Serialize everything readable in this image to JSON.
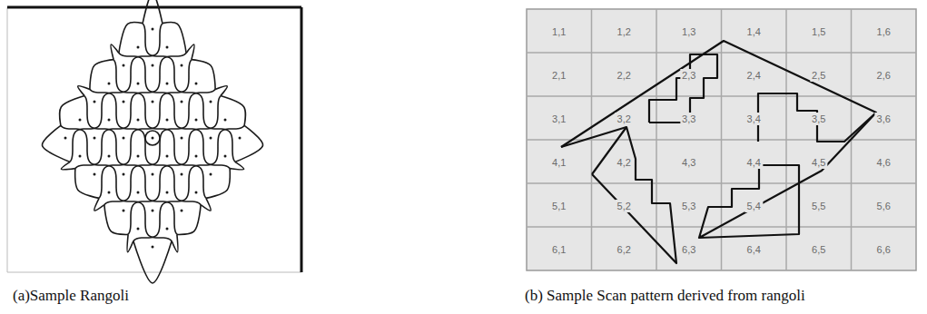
{
  "diagram": {
    "labels": [
      "1,1",
      "1,2",
      "1,3",
      "1,4",
      "1,5",
      "1,6",
      "2,1",
      "2,2",
      "2,3",
      "2,4",
      "2,5",
      "2,6",
      "3,1",
      "3,2",
      "3,3",
      "3,4",
      "3,5",
      "3,6",
      "4,1",
      "4,2",
      "4,3",
      "4,4",
      "4,5",
      "4,6",
      "5,1",
      "5,2",
      "5,3",
      "5,4",
      "5,5",
      "5,6",
      "6,1",
      "6,2",
      "6,3",
      "6,4",
      "6,5",
      "6,6",
      "(a)Sample Rangoli",
      "(b) Sample Scan pattern derived from rangoli"
    ]
  }
}
